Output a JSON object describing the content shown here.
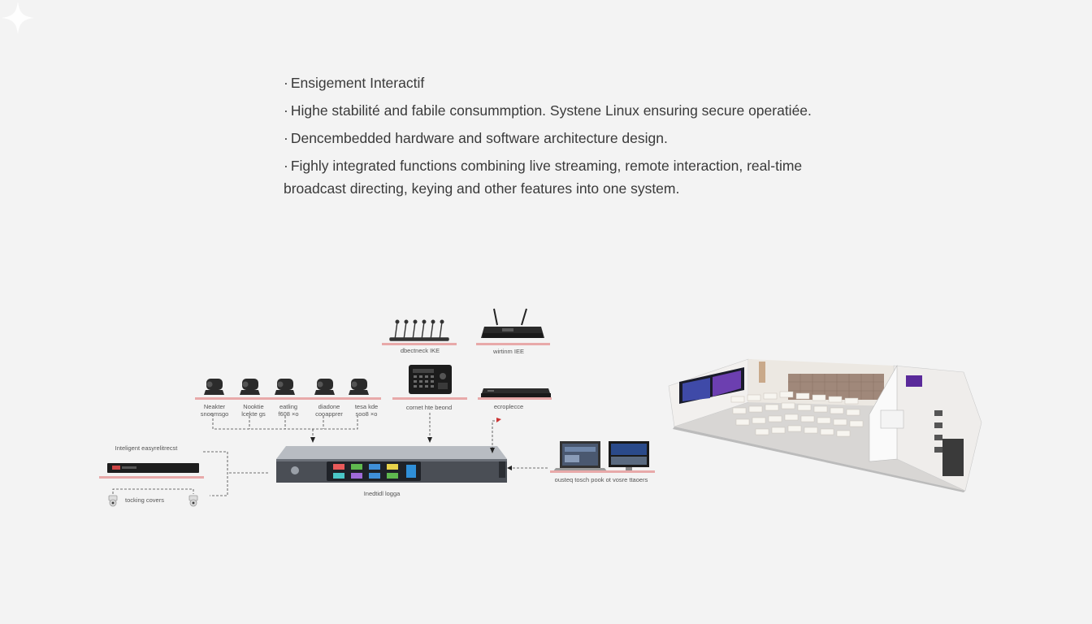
{
  "bullets": [
    "Ensigement Interactif",
    "Highe stabilité and fabile consummption. Systene Linux ensuring secure operatiée.",
    "Dencembedded hardware and software architecture design.",
    "Fighly integrated functions combining live streaming, remote interaction, real-time broadcast directing, keying and other features into one system."
  ],
  "diagram": {
    "gooseneck_label": "dbectneck IKE",
    "wireless_mic_label": "wirtinm IEE",
    "cameras": [
      {
        "label": "Neakter\nsnoemsgo"
      },
      {
        "label": "Nooktie\nlcekte gs"
      },
      {
        "label": "eatling\nf608 ×o"
      },
      {
        "label": "diadone\ncooapprer"
      },
      {
        "label": "tesa kde\nsoo8 ×o"
      }
    ],
    "control_board_label": "cornet hte beond",
    "processor_label": "ecroplecce",
    "tracking_host_label": "Inteligent easyrelitrecst",
    "tracking_camera_label": "tocking covers",
    "main_host_label": "Inedtidl logga",
    "touch_label": "ousteq tosch pook ot vosre ttaoers",
    "accent_color": "#e8a9a9",
    "panel_button_colors": [
      "#e85a5a",
      "#5fb94f",
      "#3f8fd8",
      "#e8d34a",
      "#4ac7c7",
      "#9f6ad8"
    ]
  }
}
